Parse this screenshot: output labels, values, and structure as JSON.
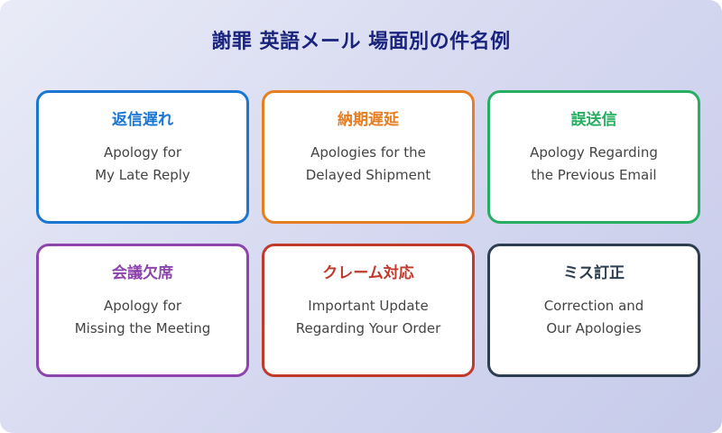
{
  "title": "謝罪 英語メール 場面別の件名例",
  "colors": {
    "title": "#1a237e",
    "background_start": "#e9ebf7",
    "background_end": "#c6cbea"
  },
  "cards": [
    {
      "heading": "返信遅れ",
      "line1": "Apology for",
      "line2": "My Late Reply",
      "color": "#1976d2"
    },
    {
      "heading": "納期遅延",
      "line1": "Apologies for the",
      "line2": "Delayed Shipment",
      "color": "#e67e22"
    },
    {
      "heading": "誤送信",
      "line1": "Apology Regarding",
      "line2": "the Previous Email",
      "color": "#27ae60"
    },
    {
      "heading": "会議欠席",
      "line1": "Apology for",
      "line2": "Missing the Meeting",
      "color": "#8e44ad"
    },
    {
      "heading": "クレーム対応",
      "line1": "Important Update",
      "line2": "Regarding Your Order",
      "color": "#c0392b"
    },
    {
      "heading": "ミス訂正",
      "line1": "Correction and",
      "line2": "Our Apologies",
      "color": "#2c3e50"
    }
  ]
}
